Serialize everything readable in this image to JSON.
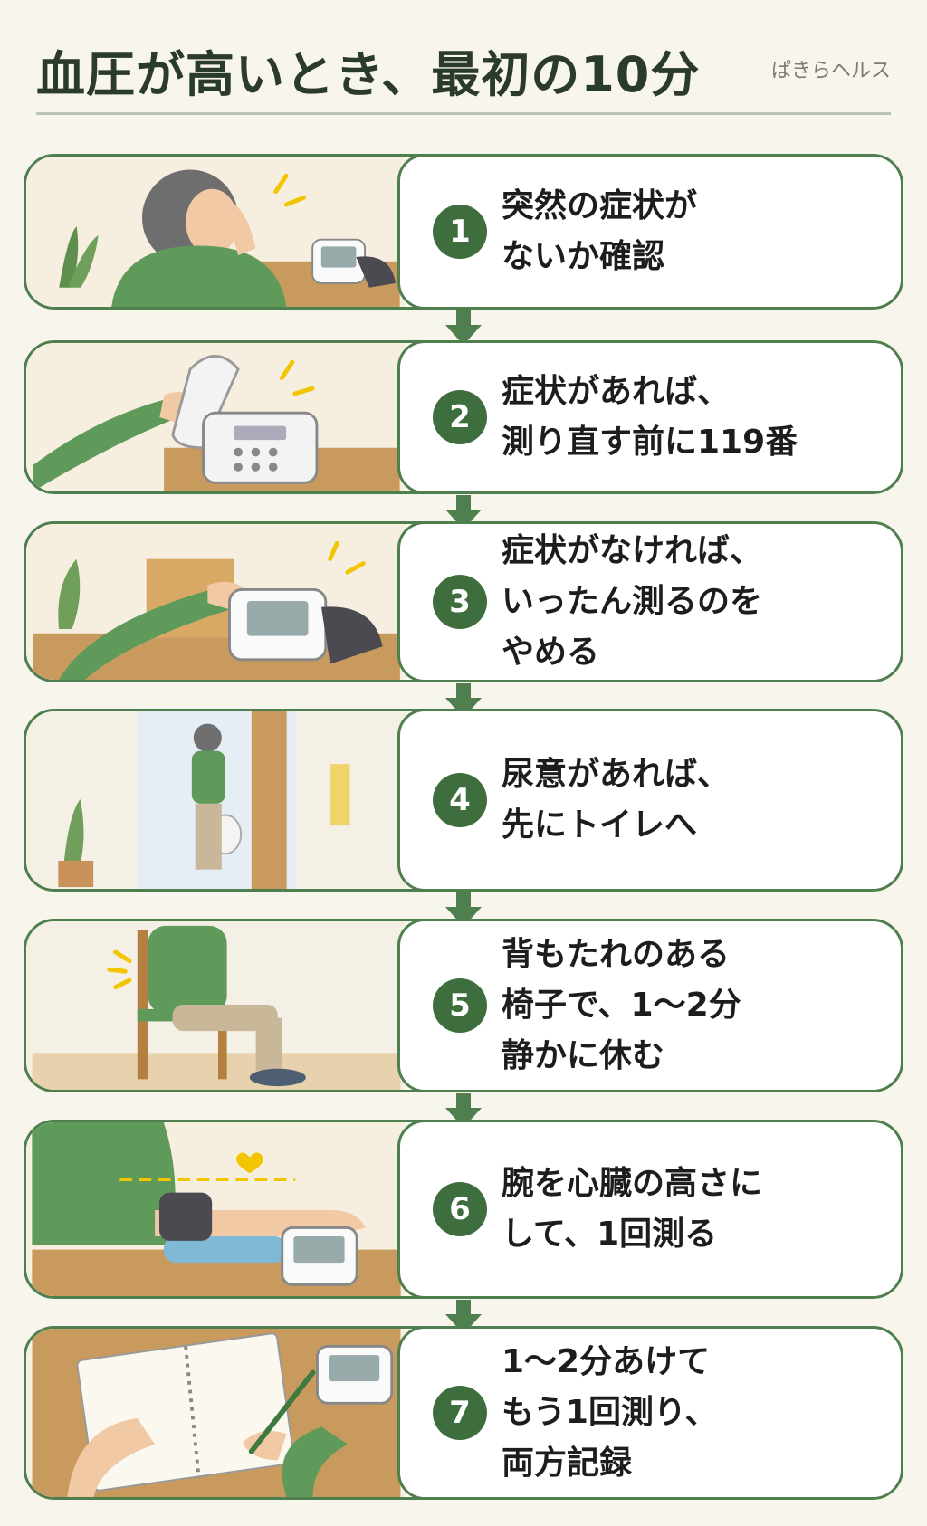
{
  "header": {
    "title": "血圧が高いとき、最初の10分",
    "brand": "ぱきらヘルス"
  },
  "steps": [
    {
      "num": "1",
      "lines": [
        "突然の症状が",
        "ないか確認"
      ]
    },
    {
      "num": "2",
      "lines": [
        "症状があれば、",
        "測り直す前に119番"
      ]
    },
    {
      "num": "3",
      "lines": [
        "症状がなければ、",
        "いったん測るのを",
        "やめる"
      ]
    },
    {
      "num": "4",
      "lines": [
        "尿意があれば、",
        "先にトイレへ"
      ]
    },
    {
      "num": "5",
      "lines": [
        "背もたれのある",
        "椅子で、1〜2分",
        "静かに休む"
      ]
    },
    {
      "num": "6",
      "lines": [
        "腕を心臓の高さに",
        "して、1回測る"
      ]
    },
    {
      "num": "7",
      "lines": [
        "1〜2分あけて",
        "もう1回測り、",
        "両方記録"
      ]
    }
  ],
  "colors": {
    "accent": "#3e6e3e",
    "border": "#4f7f4e",
    "background": "#f8f5ec"
  }
}
